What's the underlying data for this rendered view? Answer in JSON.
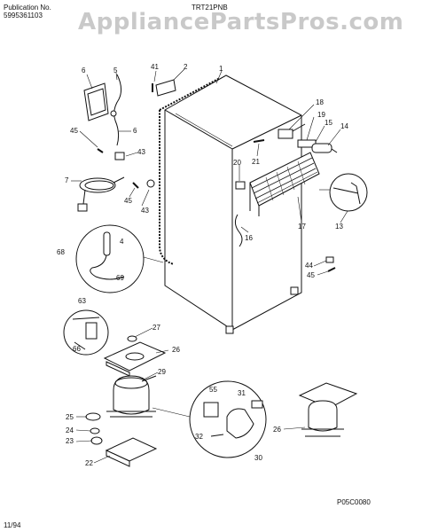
{
  "header": {
    "publication_label": "Publication No.",
    "publication_number": "5995361103",
    "model": "TRT21PNB",
    "watermark": "AppliancePartsPros.com"
  },
  "footer": {
    "drawing_code": "P05C0080",
    "date": "11/94"
  },
  "callouts": [
    {
      "id": "1",
      "label": "1"
    },
    {
      "id": "2",
      "label": "2"
    },
    {
      "id": "4",
      "label": "4"
    },
    {
      "id": "5",
      "label": "5"
    },
    {
      "id": "6a",
      "label": "6"
    },
    {
      "id": "6b",
      "label": "6"
    },
    {
      "id": "7",
      "label": "7"
    },
    {
      "id": "13",
      "label": "13"
    },
    {
      "id": "14",
      "label": "14"
    },
    {
      "id": "15",
      "label": "15"
    },
    {
      "id": "16",
      "label": "16"
    },
    {
      "id": "17",
      "label": "17"
    },
    {
      "id": "18",
      "label": "18"
    },
    {
      "id": "19",
      "label": "19"
    },
    {
      "id": "20",
      "label": "20"
    },
    {
      "id": "21",
      "label": "21"
    },
    {
      "id": "22",
      "label": "22"
    },
    {
      "id": "23",
      "label": "23"
    },
    {
      "id": "24",
      "label": "24"
    },
    {
      "id": "25",
      "label": "25"
    },
    {
      "id": "26a",
      "label": "26"
    },
    {
      "id": "26b",
      "label": "26"
    },
    {
      "id": "27",
      "label": "27"
    },
    {
      "id": "29",
      "label": "29"
    },
    {
      "id": "30",
      "label": "30"
    },
    {
      "id": "31",
      "label": "31"
    },
    {
      "id": "32",
      "label": "32"
    },
    {
      "id": "41",
      "label": "41"
    },
    {
      "id": "43a",
      "label": "43"
    },
    {
      "id": "43b",
      "label": "43"
    },
    {
      "id": "44",
      "label": "44"
    },
    {
      "id": "45a",
      "label": "45"
    },
    {
      "id": "45b",
      "label": "45"
    },
    {
      "id": "45c",
      "label": "45"
    },
    {
      "id": "55",
      "label": "55"
    },
    {
      "id": "63",
      "label": "63"
    },
    {
      "id": "66",
      "label": "66"
    },
    {
      "id": "68",
      "label": "68"
    },
    {
      "id": "69",
      "label": "69"
    }
  ]
}
